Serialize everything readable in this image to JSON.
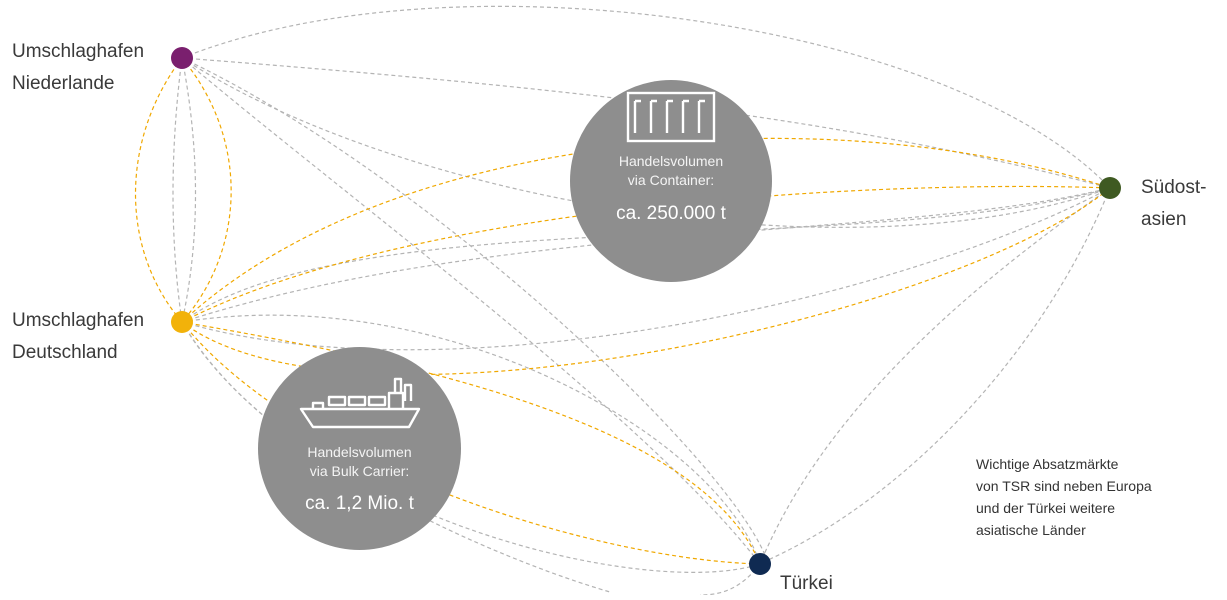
{
  "colors": {
    "node_niederlande": "#7a1f6e",
    "node_deutschland": "#f2b20a",
    "node_suedostasien": "#3f5a22",
    "node_tuerkei": "#0f2a52",
    "route_orange": "#f0a800",
    "route_gray": "#b4b4b4",
    "bubble": "#8e8e8e"
  },
  "nodes": {
    "niederlande": {
      "line1": "Umschlaghafen",
      "line2": "Niederlande"
    },
    "deutschland": {
      "line1": "Umschlaghafen",
      "line2": "Deutschland"
    },
    "suedostasien": {
      "line1": "Südost-",
      "line2": "asien"
    },
    "tuerkei": {
      "line1": "Türkei"
    }
  },
  "bubbles": {
    "container": {
      "icon": "container-icon",
      "caption1": "Handelsvolumen",
      "caption2": "via Container:",
      "amount": "ca. 250.000 t"
    },
    "bulk": {
      "icon": "ship-icon",
      "caption1": "Handelsvolumen",
      "caption2": "via Bulk Carrier:",
      "amount": "ca. 1,2 Mio. t"
    }
  },
  "note": {
    "line1": "Wichtige Absatzmärkte",
    "line2": "von TSR sind neben Europa",
    "line3": "und der Türkei weitere",
    "line4": "asiatische Länder"
  }
}
